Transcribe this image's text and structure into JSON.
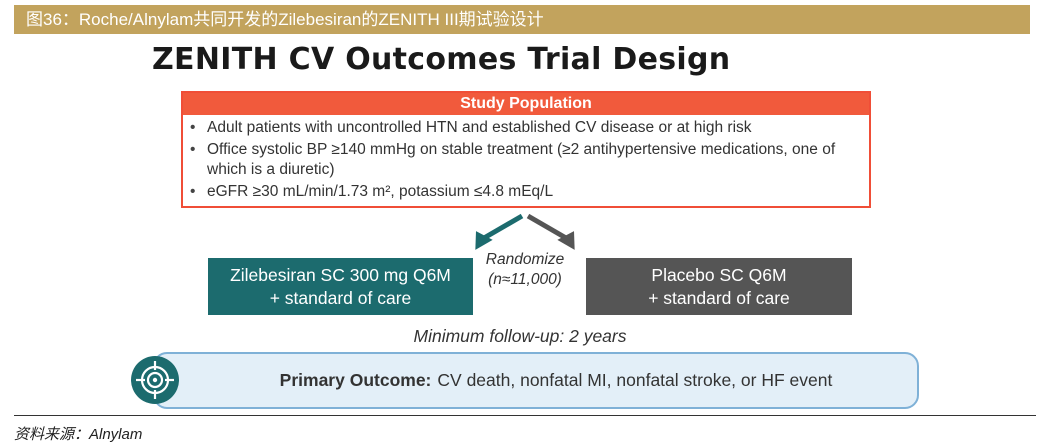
{
  "figure_caption": "图36：Roche/Alnylam共同开发的Zilebesiran的ZENITH III期试验设计",
  "slide_title": "ZENITH CV Outcomes Trial Design",
  "study_population": {
    "heading": "Study Population",
    "bullets": [
      "Adult patients with uncontrolled HTN and established CV disease or at high risk",
      "Office systolic BP ≥140 mmHg on stable treatment (≥2 antihypertensive medications, one of which is a diuretic)",
      "eGFR ≥30 mL/min/1.73 m², potassium ≤4.8 mEq/L"
    ]
  },
  "randomize": {
    "label": "Randomize",
    "n": "(n≈11,000)"
  },
  "arms": [
    {
      "line1": "Zilebesiran SC 300 mg Q6M",
      "line2": "+ standard of care",
      "color": "#1c6b6e"
    },
    {
      "line1": "Placebo SC Q6M",
      "line2": "+ standard of care",
      "color": "#555555"
    }
  ],
  "follow_up": "Minimum follow-up: 2 years",
  "primary_outcome": {
    "label": "Primary Outcome:",
    "text": "CV death, nonfatal MI, nonfatal stroke, or HF event"
  },
  "source": "资料来源：Alnylam",
  "colors": {
    "header_bar": "#c2a35d",
    "population_accent": "#f15a3c",
    "outcome_fill": "#e3eff8",
    "outcome_border": "#7fb1d7",
    "icon": "#1c6b6e"
  }
}
